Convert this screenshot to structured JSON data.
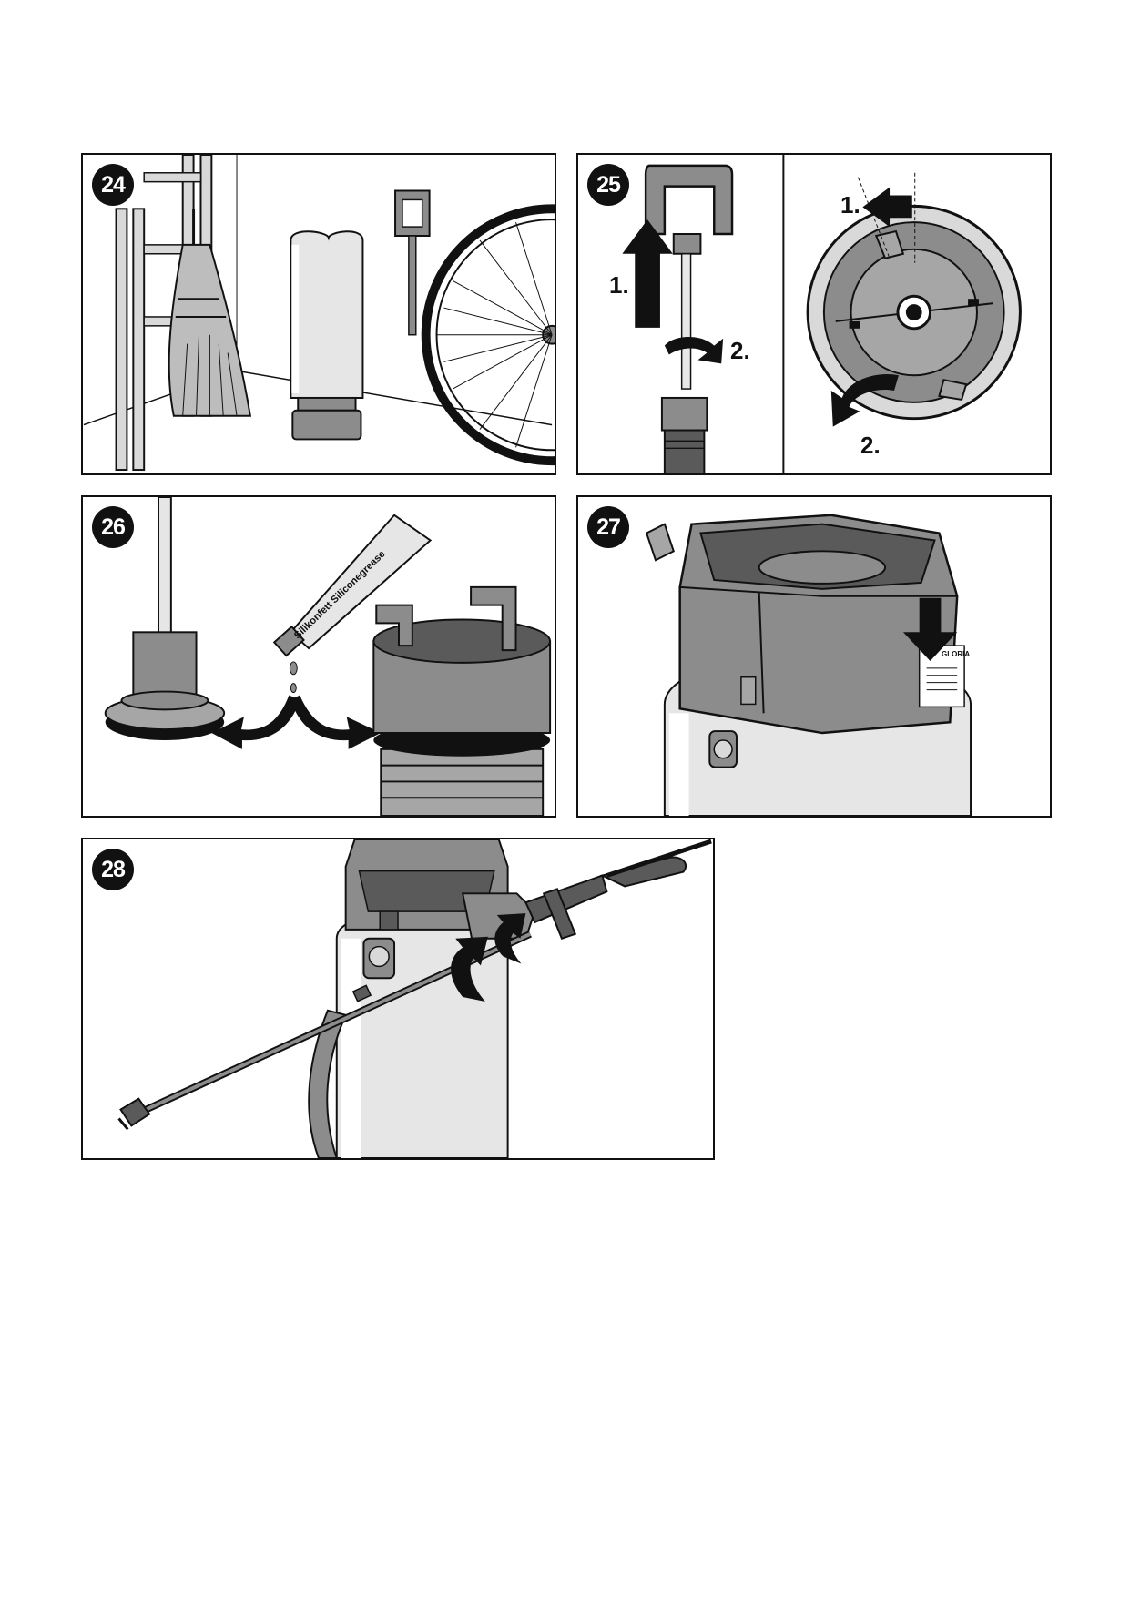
{
  "figures": [
    {
      "id": "24",
      "badge": "24"
    },
    {
      "id": "25",
      "badge": "25",
      "steps": [
        "1.",
        "2.",
        "1.",
        "2."
      ]
    },
    {
      "id": "26",
      "badge": "26",
      "tube_label": "Silikonfett Siliconegrease"
    },
    {
      "id": "27",
      "badge": "27",
      "tank_label": "GLORIA"
    },
    {
      "id": "28",
      "badge": "28"
    }
  ],
  "colors": {
    "ink": "#111111",
    "mid_gray": "#8c8c8c",
    "light_gray": "#d9d9d9",
    "dark_gray": "#5a5a5a"
  }
}
